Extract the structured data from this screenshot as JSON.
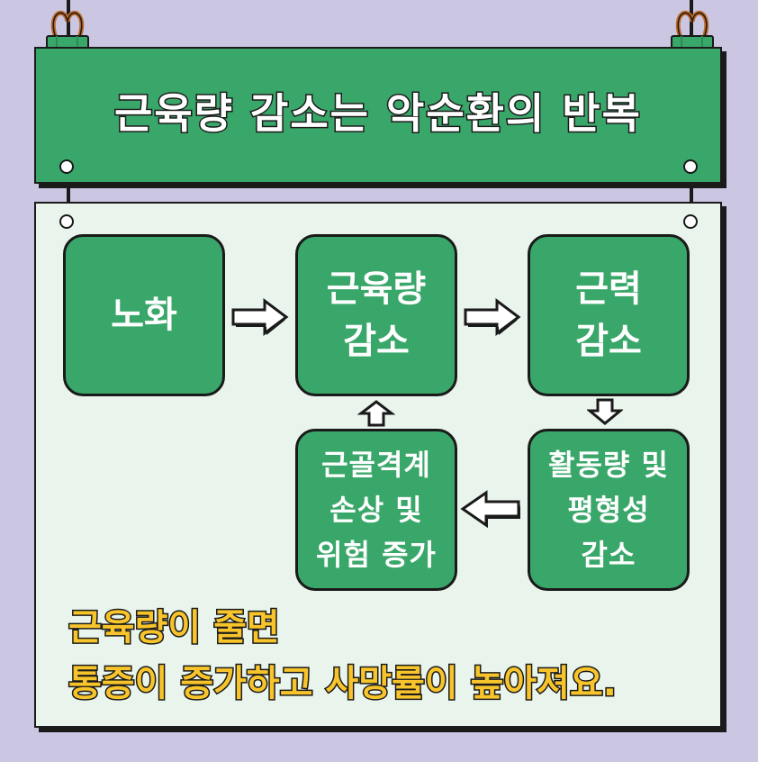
{
  "title": "근육량 감소는 악순환의 반복",
  "nodes": {
    "aging": "노화",
    "muscle_loss": "근육량\n감소",
    "strength_loss": "근력\n감소",
    "activity_loss": "활동량 및\n평형성\n감소",
    "injury_risk": "근골격계\n손상 및\n위험 증가"
  },
  "caption": {
    "line1": "근육량이 줄면",
    "line2": "통증이 증가하고 사망률이 높아져요."
  },
  "colors": {
    "background": "#cbc7e3",
    "accent_green": "#3aa76a",
    "board": "#e9f5ec",
    "caption_yellow": "#f7c42b",
    "outline": "#1a1a1a"
  }
}
